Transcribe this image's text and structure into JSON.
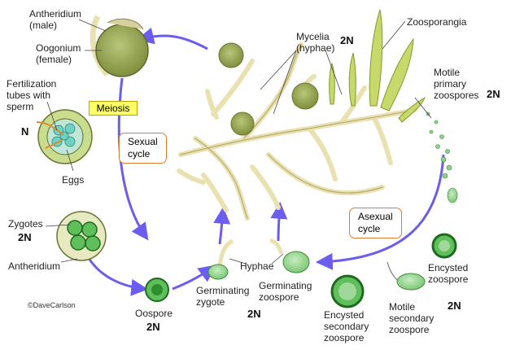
{
  "labels": {
    "antheridium_male": [
      "Antheridium",
      "(male)"
    ],
    "oogonium_female": [
      "Oogonium",
      "(female)"
    ],
    "fertilization": [
      "Fertilization",
      "tubes with",
      "sperm"
    ],
    "eggs": "Eggs",
    "zygotes": "Zygotes",
    "antheridium": "Antheridium",
    "meiosis": "Meiosis",
    "sexual_cycle": [
      "Sexual",
      "cycle"
    ],
    "mycelia": [
      "Mycelia",
      "(hyphae)"
    ],
    "zoosporangia": "Zoosporangia",
    "motile_primary": [
      "Motile",
      "primary",
      "zoospores"
    ],
    "asexual_cycle": [
      "Asexual",
      "cycle"
    ],
    "hyphae": "Hyphae",
    "germinating_zygote": [
      "Germinating",
      "zygote"
    ],
    "germinating_zoospore": [
      "Germinating",
      "zoospore"
    ],
    "oospore": "Oospore",
    "encysted_zoospore": [
      "Encysted",
      "zoospore"
    ],
    "encysted_secondary": [
      "Encysted",
      "secondary",
      "zoospore"
    ],
    "motile_secondary": [
      "Motile",
      "secondary",
      "zoospore"
    ],
    "credit": "©DaveCarlson"
  },
  "ploidy": {
    "haploid": "N",
    "zygotes": "2N",
    "mycelia": "2N",
    "primary_zoospores": "2N",
    "oospore": "2N",
    "germinating": "2N",
    "secondary": "2N"
  }
}
